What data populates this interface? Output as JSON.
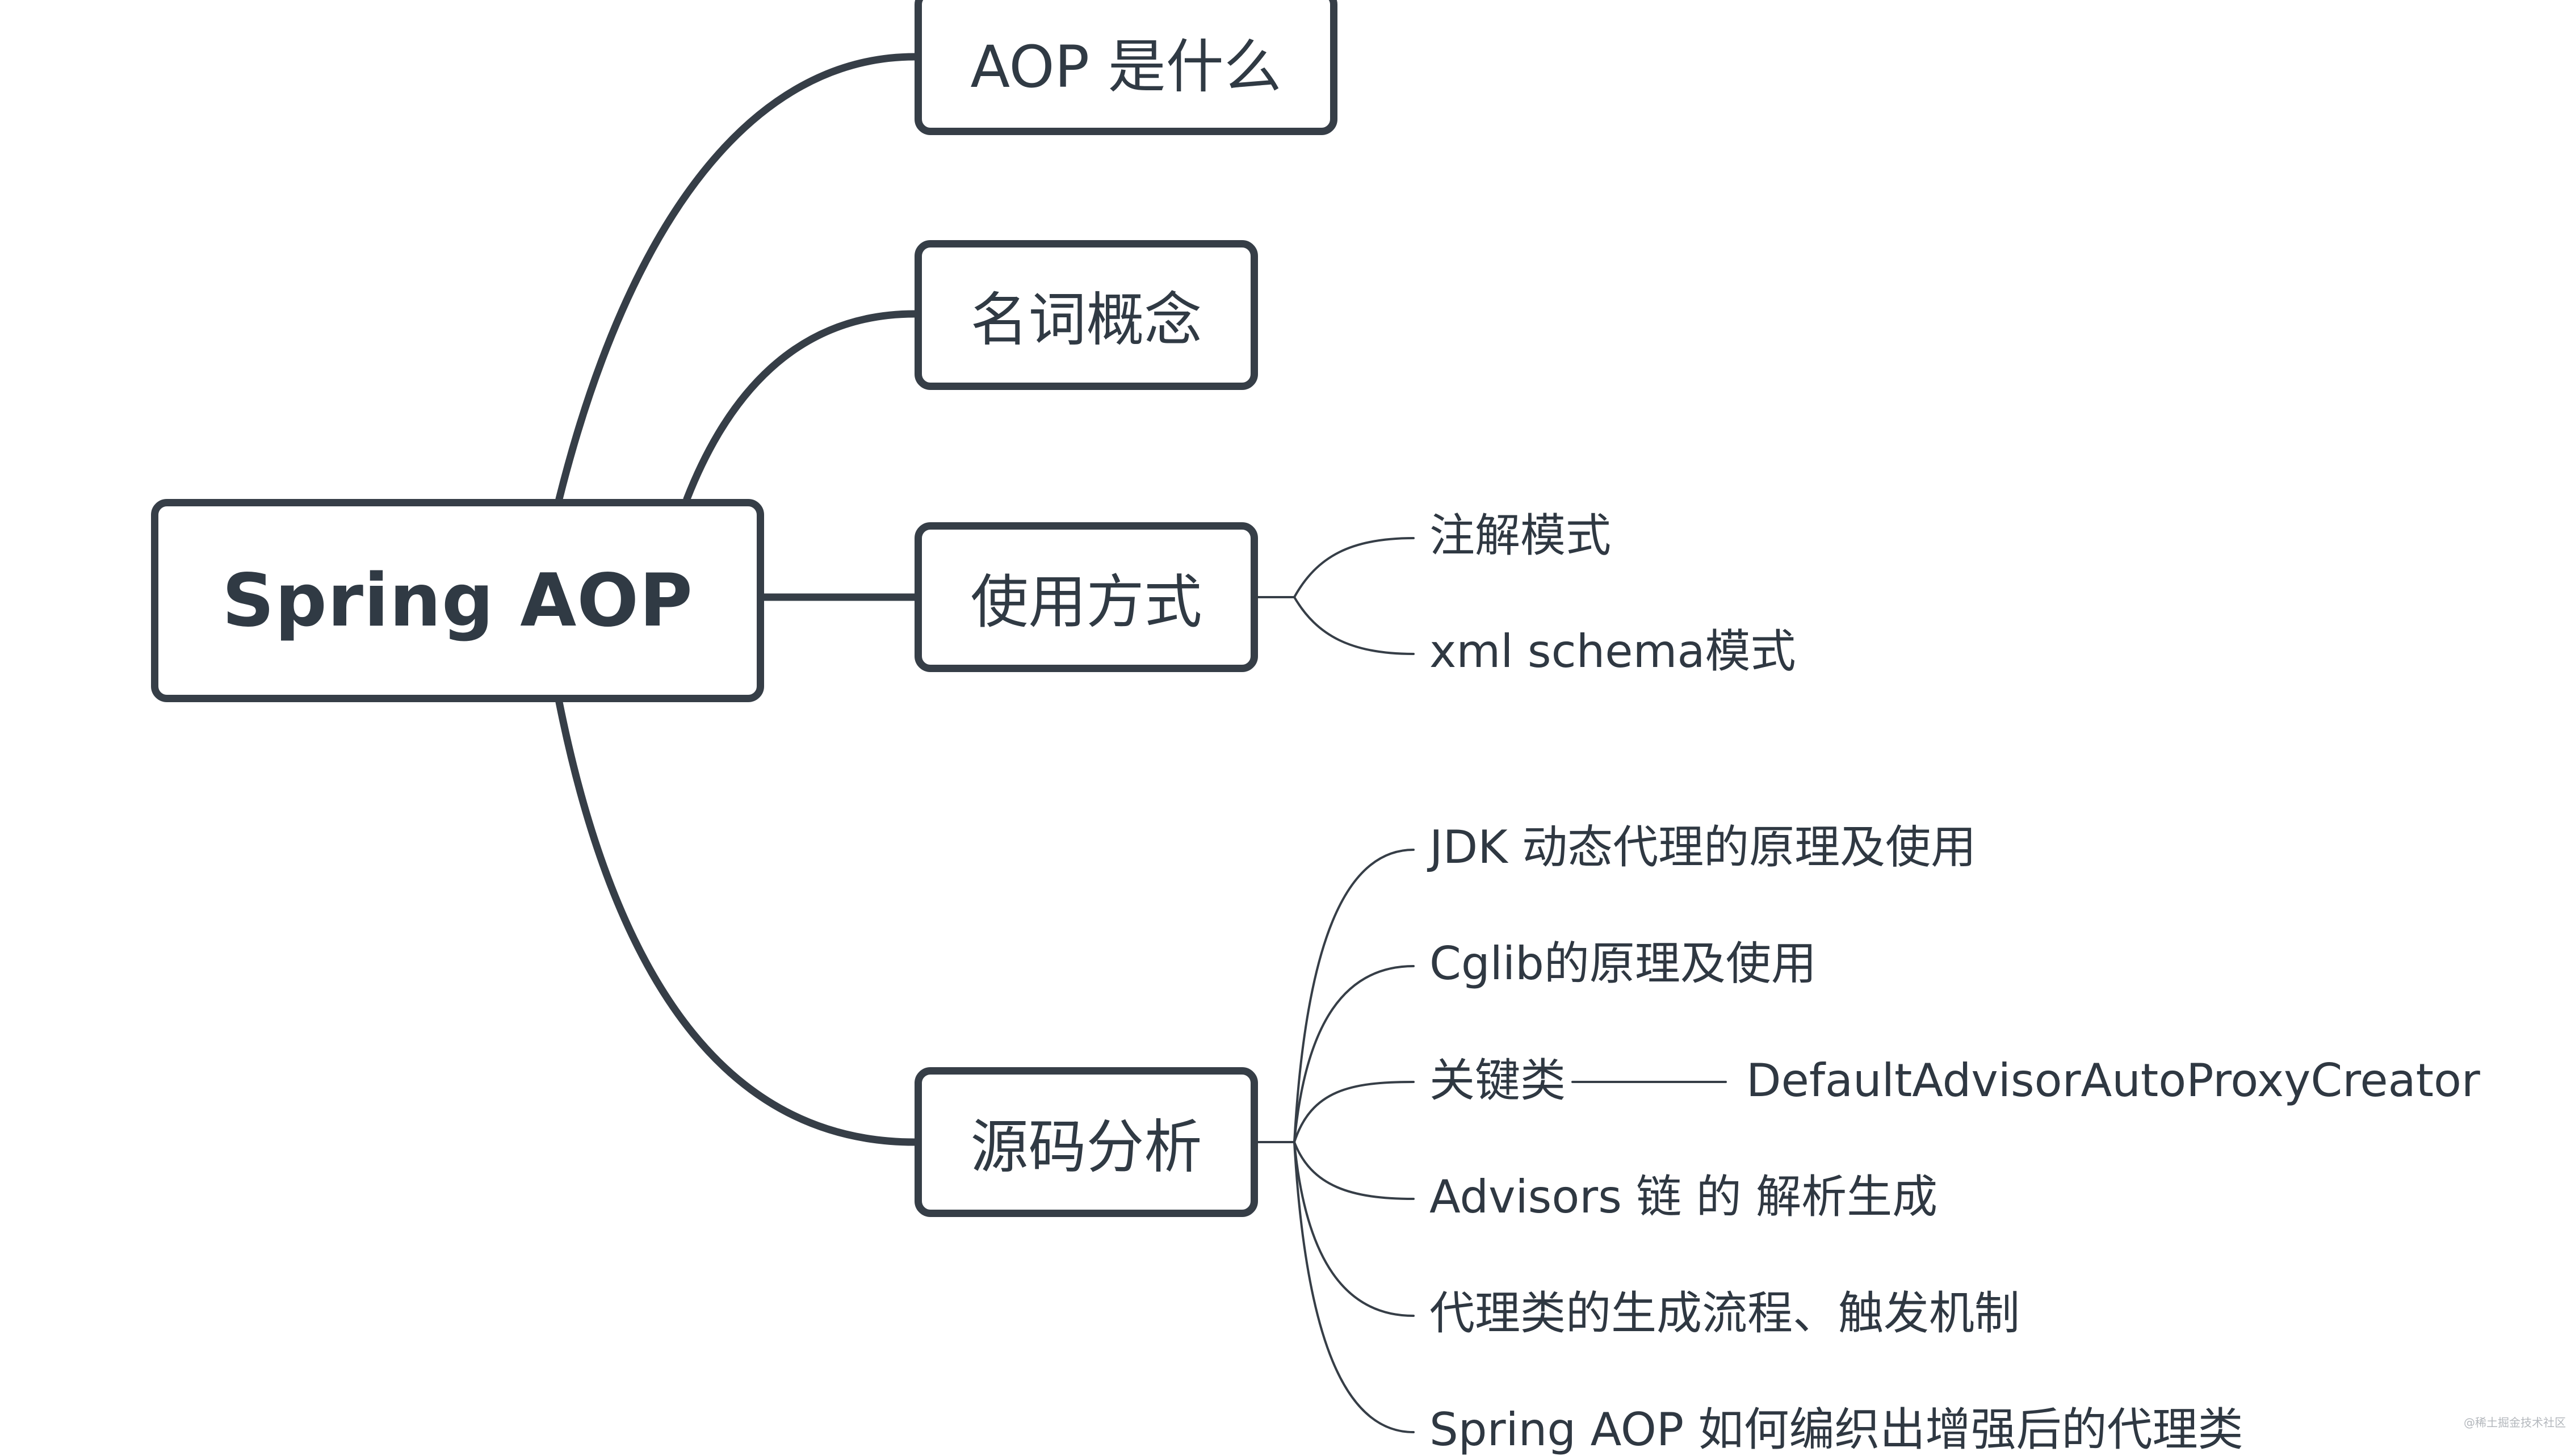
{
  "root": {
    "label": "Spring AOP"
  },
  "branches": {
    "what": {
      "label": "AOP 是什么"
    },
    "terms": {
      "label": "名词概念"
    },
    "usage": {
      "label": "使用方式",
      "children": [
        "注解模式",
        "xml schema模式"
      ]
    },
    "source": {
      "label": "源码分析",
      "children": [
        "JDK 动态代理的原理及使用",
        "Cglib的原理及使用",
        "关键类",
        "Advisors 链 的 解析生成",
        "代理类的生成流程、触发机制",
        "Spring AOP 如何编织出增强后的代理类"
      ],
      "key_class_child": "DefaultAdvisorAutoProxyCreator"
    }
  },
  "watermark": "@稀土掘金技术社区",
  "colors": {
    "line": "#363e47",
    "text": "#303a44",
    "background": "#ffffff"
  }
}
